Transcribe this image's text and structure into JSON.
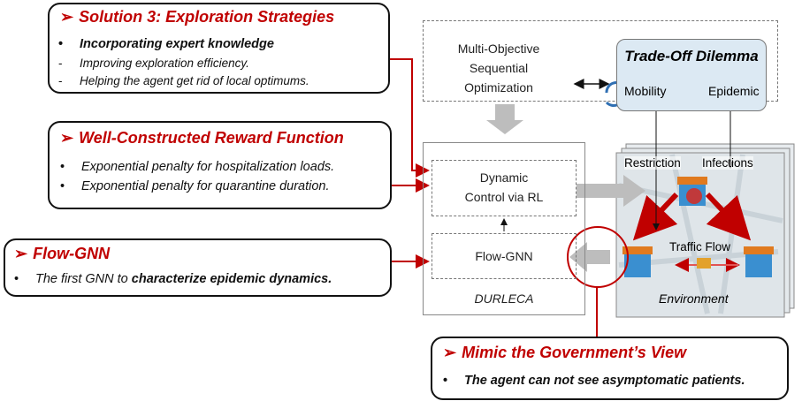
{
  "solution3": {
    "arrow": "➢",
    "title": "Solution 3: Exploration Strategies",
    "bullet1": "Incorporating expert knowledge",
    "sub1": "Improving exploration efficiency.",
    "sub2": "Helping the agent get rid of local optimums."
  },
  "reward": {
    "arrow": "➢",
    "title": "Well-Constructed Reward Function",
    "item1": "Exponential penalty for hospitalization loads.",
    "item2": "Exponential penalty for quarantine duration."
  },
  "flowgnn_box": {
    "arrow": "➢",
    "title": "Flow-GNN",
    "item_pre": "The first GNN to ",
    "item_bold": "characterize epidemic dynamics."
  },
  "mimic": {
    "arrow": "➢",
    "title": "Mimic the Government’s View",
    "item": "The agent can not see asymptomatic patients."
  },
  "top": {
    "mo_line1": "Multi-Objective",
    "mo_line2": "Sequential",
    "mo_line3": "Optimization",
    "tradeoff_title": "Trade-Off Dilemma",
    "mobility": "Mobility",
    "epidemic": "Epidemic"
  },
  "durleca": {
    "dc_line1": "Dynamic",
    "dc_line2": "Control via RL",
    "flowgnn": "Flow-GNN",
    "label": "DURLECA"
  },
  "env": {
    "restriction": "Restriction",
    "infections": "Infections",
    "traffic": "Traffic Flow",
    "label": "Environment"
  },
  "colors": {
    "accent": "#c00000",
    "tradeoff_fill": "#dce9f3"
  }
}
